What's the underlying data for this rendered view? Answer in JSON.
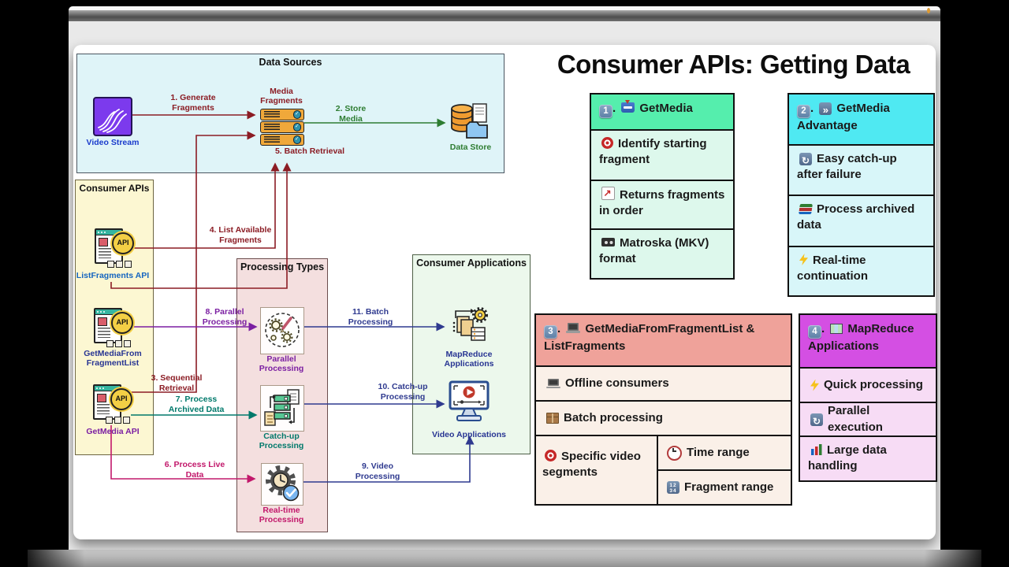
{
  "window": {
    "indicator_color": "#dd9a33"
  },
  "ui": {
    "sep": "."
  },
  "title": "Consumer APIs: Getting Data",
  "diagram": {
    "data_sources": {
      "title": "Data Sources",
      "video_stream": "Video Stream",
      "media_fragments": "Media Fragments",
      "data_store": "Data Store"
    },
    "consumer_apis": {
      "title": "Consumer APIs",
      "list_fragments": "ListFragments API",
      "get_media_from_fragment_list": "GetMediaFrom FragmentList",
      "get_media": "GetMedia API"
    },
    "processing_types": {
      "title": "Processing Types",
      "parallel": "Parallel Processing",
      "catch_up": "Catch-up Processing",
      "real_time": "Real-time Processing"
    },
    "consumer_applications": {
      "title": "Consumer Applications",
      "map_reduce": "MapReduce Applications",
      "video": "Video Applications"
    },
    "flows": {
      "f1": {
        "label": "1. Generate Fragments",
        "color": "#8b1c24"
      },
      "f2": {
        "label": "2. Store Media",
        "color": "#2e7d32"
      },
      "f3": {
        "label": "3. Sequential Retrieval",
        "color": "#8b1c24"
      },
      "f4": {
        "label": "4. List Available Fragments",
        "color": "#8b1c24"
      },
      "f5": {
        "label": "5. Batch Retrieval",
        "color": "#8b1c24"
      },
      "f6": {
        "label": "6. Process Live Data",
        "color": "#c2186b"
      },
      "f7": {
        "label": "7. Process Archived Data",
        "color": "#00796b"
      },
      "f8": {
        "label": "8. Parallel Processing",
        "color": "#7b1fa2"
      },
      "f9": {
        "label": "9. Video Processing",
        "color": "#2f3a8f"
      },
      "f10": {
        "label": "10. Catch-up Processing",
        "color": "#2f3a8f"
      },
      "f11": {
        "label": "11. Batch Processing",
        "color": "#2f3a8f"
      }
    }
  },
  "cards": [
    {
      "number": "1",
      "icon": "inbox-tray-icon",
      "title": "GetMedia",
      "header_bg": "#55eead",
      "body_bg": "#ddf8ec",
      "rows": [
        {
          "icon": "target-icon",
          "text": "Identify starting fragment"
        },
        {
          "icon": "chart-increasing-icon",
          "text": "Returns fragments in order"
        },
        {
          "icon": "videocassette-icon",
          "text": "Matroska (MKV) format"
        }
      ]
    },
    {
      "number": "2",
      "icon": "fast-forward-icon",
      "title": "GetMedia Advantage",
      "header_bg": "#4fe9f2",
      "body_bg": "#d8f6f9",
      "rows": [
        {
          "icon": "refresh-icon",
          "text": "Easy catch-up after failure"
        },
        {
          "icon": "books-icon",
          "text": "Process archived data"
        },
        {
          "icon": "lightning-icon",
          "text": "Real-time continuation"
        }
      ]
    },
    {
      "number": "3",
      "icon": "laptop-icon",
      "title": "GetMediaFromFragmentList & ListFragments",
      "header_bg": "#efa29a",
      "body_bg": "#faf0e8",
      "rows": [
        {
          "icon": "laptop-icon",
          "text": "Offline consumers"
        },
        {
          "icon": "package-icon",
          "text": "Batch processing"
        },
        {
          "icon": "target-icon",
          "text": "Specific video segments"
        }
      ],
      "sub_rows": [
        {
          "icon": "alarm-clock-icon",
          "text": "Time range"
        },
        {
          "icon": "input-numbers-icon",
          "text": "Fragment range"
        }
      ]
    },
    {
      "number": "4",
      "icon": "world-map-icon",
      "title": "MapReduce Applications",
      "header_bg": "#d44fe3",
      "body_bg": "#f7dcf5",
      "rows": [
        {
          "icon": "lightning-icon",
          "text": "Quick processing"
        },
        {
          "icon": "refresh-icon",
          "text": "Parallel execution"
        },
        {
          "icon": "bar-chart-icon",
          "text": "Large data handling"
        }
      ]
    }
  ]
}
